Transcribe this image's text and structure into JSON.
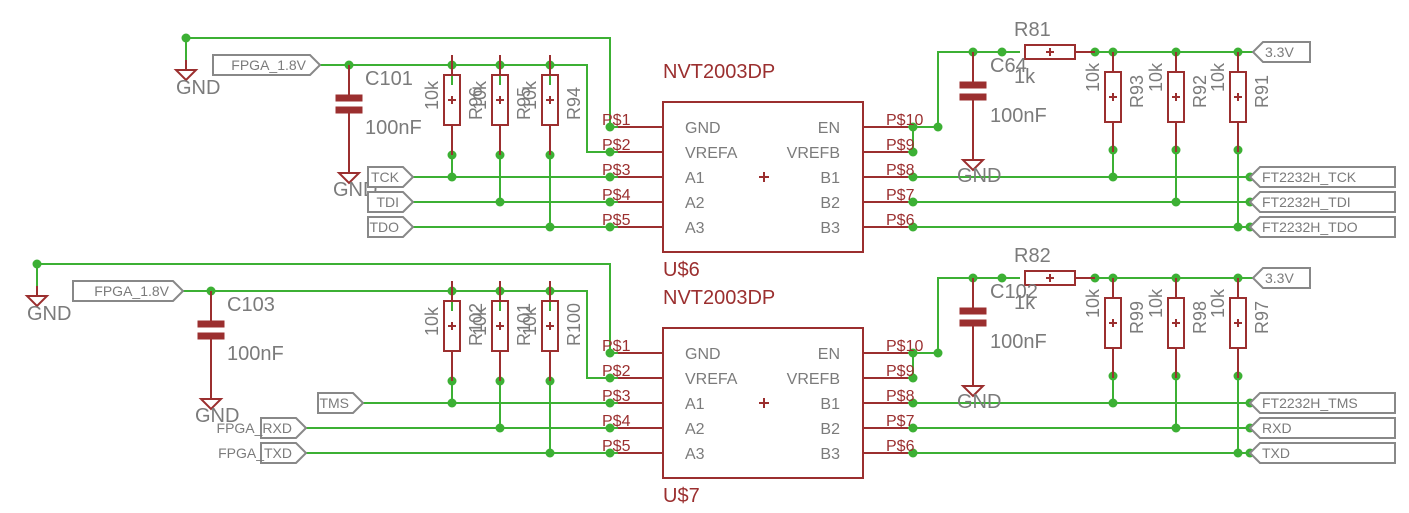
{
  "blocks": [
    {
      "chip_name": "U$6",
      "chip_value": "NVT2003DP",
      "left_pins": [
        {
          "pad": "P$1",
          "name": "GND"
        },
        {
          "pad": "P$2",
          "name": "VREFA"
        },
        {
          "pad": "P$3",
          "name": "A1"
        },
        {
          "pad": "P$4",
          "name": "A2"
        },
        {
          "pad": "P$5",
          "name": "A3"
        }
      ],
      "right_pins": [
        {
          "pad": "P$10",
          "name": "EN"
        },
        {
          "pad": "P$9",
          "name": "VREFB"
        },
        {
          "pad": "P$8",
          "name": "B1"
        },
        {
          "pad": "P$7",
          "name": "B2"
        },
        {
          "pad": "P$6",
          "name": "B3"
        }
      ],
      "left_gnd": "GND",
      "fpga_supply": "FPGA_1.8V",
      "cap_left": {
        "name": "C101",
        "value": "100nF"
      },
      "cap_left_gnd": "GND",
      "left_resistors": [
        {
          "name": "R96",
          "value": "10k"
        },
        {
          "name": "R95",
          "value": "10k"
        },
        {
          "name": "R94",
          "value": "10k"
        }
      ],
      "left_signals": [
        "TCK",
        "TDI",
        "TDO"
      ],
      "series_resistor": {
        "name": "R81",
        "value": "1k"
      },
      "cap_right": {
        "name": "C64",
        "value": "100nF"
      },
      "cap_right_gnd": "GND",
      "right_supply": "3.3V",
      "right_resistors": [
        {
          "name": "R93",
          "value": "10k"
        },
        {
          "name": "R92",
          "value": "10k"
        },
        {
          "name": "R91",
          "value": "10k"
        }
      ],
      "right_signals": [
        "FT2232H_TCK",
        "FT2232H_TDI",
        "FT2232H_TDO"
      ]
    },
    {
      "chip_name": "U$7",
      "chip_value": "NVT2003DP",
      "left_pins": [
        {
          "pad": "P$1",
          "name": "GND"
        },
        {
          "pad": "P$2",
          "name": "VREFA"
        },
        {
          "pad": "P$3",
          "name": "A1"
        },
        {
          "pad": "P$4",
          "name": "A2"
        },
        {
          "pad": "P$5",
          "name": "A3"
        }
      ],
      "right_pins": [
        {
          "pad": "P$10",
          "name": "EN"
        },
        {
          "pad": "P$9",
          "name": "VREFB"
        },
        {
          "pad": "P$8",
          "name": "B1"
        },
        {
          "pad": "P$7",
          "name": "B2"
        },
        {
          "pad": "P$6",
          "name": "B3"
        }
      ],
      "left_gnd": "GND",
      "fpga_supply": "FPGA_1.8V",
      "cap_left": {
        "name": "C103",
        "value": "100nF"
      },
      "cap_left_gnd": "GND",
      "left_resistors": [
        {
          "name": "R102",
          "value": "10k"
        },
        {
          "name": "R101",
          "value": "10k"
        },
        {
          "name": "R100",
          "value": "10k"
        }
      ],
      "left_signals": [
        "TMS",
        "FPGA_RXD",
        "FPGA_TXD"
      ],
      "series_resistor": {
        "name": "R82",
        "value": "1k"
      },
      "cap_right": {
        "name": "C102",
        "value": "100nF"
      },
      "cap_right_gnd": "GND",
      "right_supply": "3.3V",
      "right_resistors": [
        {
          "name": "R99",
          "value": "10k"
        },
        {
          "name": "R98",
          "value": "10k"
        },
        {
          "name": "R97",
          "value": "10k"
        }
      ],
      "right_signals": [
        "FT2232H_TMS",
        "RXD",
        "TXD"
      ]
    }
  ]
}
